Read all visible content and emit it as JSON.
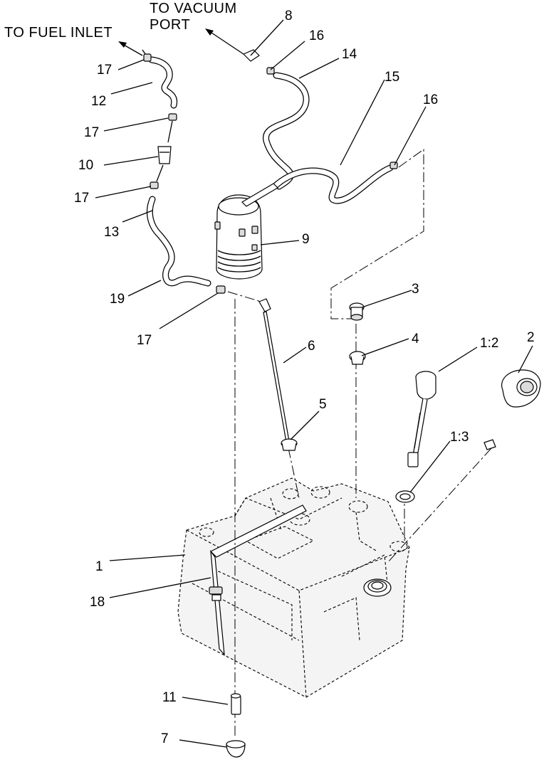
{
  "captions": {
    "fuel_inlet": "TO FUEL INLET",
    "vacuum_line1": "TO VACUUM",
    "vacuum_line2": "PORT"
  },
  "callouts": {
    "c1": "1",
    "c1_2": "1:2",
    "c1_3": "1:3",
    "c2": "2",
    "c3": "3",
    "c4": "4",
    "c5": "5",
    "c6": "6",
    "c7": "7",
    "c8": "8",
    "c9": "9",
    "c10": "10",
    "c11": "11",
    "c12": "12",
    "c13": "13",
    "c14": "14",
    "c15": "15",
    "c16a": "16",
    "c16b": "16",
    "c17a": "17",
    "c17b": "17",
    "c17c": "17",
    "c17d": "17",
    "c18": "18",
    "c19": "19"
  }
}
